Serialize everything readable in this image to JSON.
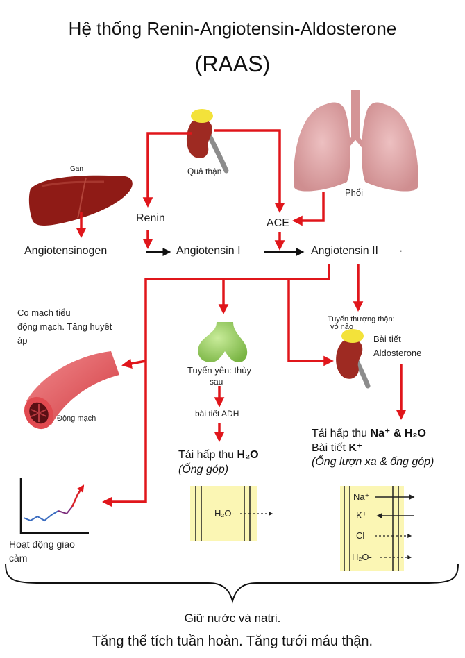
{
  "title_line1": "Hệ thống Renin-Angiotensin-Aldosterone",
  "title_line2": "(RAAS)",
  "organs": {
    "liver": "Gan",
    "kidney": "Quả thận",
    "lung": "Phổi",
    "adrenal": "Tuyến thượng thận:",
    "adrenal_sub": "vỏ não",
    "pituitary": "Tuyến yên: thùy",
    "pituitary_sub": "sau",
    "artery": "Động mạch"
  },
  "nodes": {
    "angiotensinogen": "Angiotensinogen",
    "renin": "Renin",
    "ang1": "Angiotensin I",
    "ace": "ACE",
    "ang2": "Angiotensin II",
    "dot": "·"
  },
  "effects": {
    "vaso_line1": "Co mạch tiểu",
    "vaso_line2": "động mạch. Tăng huyết",
    "vaso_line3": "áp",
    "aldo_line1": "Bài tiết",
    "aldo_line2": "Aldosterone",
    "adh": "bài tiết ADH",
    "water_pre": "Tái hấp thu",
    "water_bold": "H₂O",
    "water_site": "(Ống góp)",
    "na_pre": "Tái hấp thu",
    "na_bold": "Na⁺ & H₂O",
    "k_pre": "Bài tiết",
    "k_bold": "K⁺",
    "na_site": "(Ống lượn xa & ống góp)",
    "symp_line1": "Hoạt động giao",
    "symp_line2": "cảm"
  },
  "tubule_left": [
    "H₂O-"
  ],
  "tubule_right": [
    "Na⁺",
    "K⁺",
    "Cl⁻",
    "H₂O-"
  ],
  "footer_line1": "Giữ nước và natri.",
  "footer_line2": "Tăng thể tích tuần hoàn. Tăng tưới máu thận.",
  "colors": {
    "arrow_red": "#e0161b",
    "liver": "#8f1b16",
    "kidney": "#9e2a22",
    "adrenal_cap": "#f3e23a",
    "lung": "#dca1a3",
    "pituitary": "#98d161",
    "artery": "#e8555a",
    "tubule": "#fbf6b4"
  }
}
